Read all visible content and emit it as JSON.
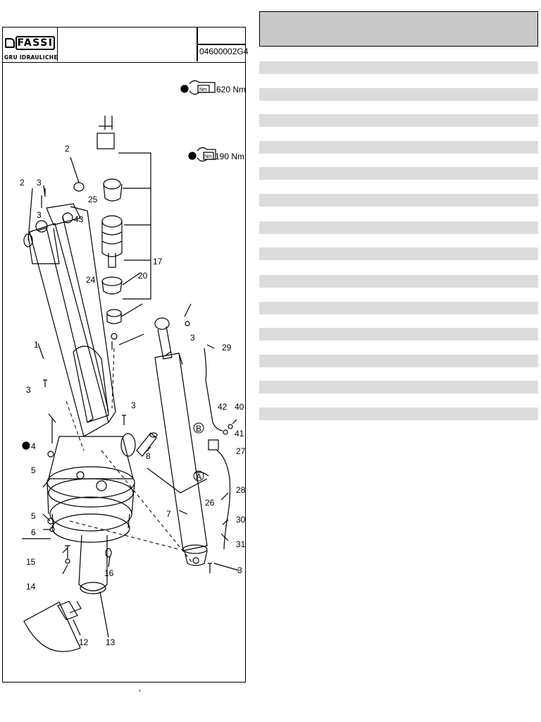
{
  "sheet": {
    "logo_text": "FASSI",
    "logo_subtitle": "GRU IDRAULICHE",
    "drawing_code": "04600002G4"
  },
  "torques": [
    {
      "icon": "wrench-icon",
      "unit": "Nm",
      "value": "620 Nm"
    },
    {
      "icon": "wrench-icon",
      "unit": "Nm",
      "value": "190 Nm"
    }
  ],
  "callouts": [
    "1",
    "2",
    "2",
    "3",
    "3",
    "3",
    "3",
    "3",
    "3",
    "4",
    "5",
    "5",
    "6",
    "7",
    "8",
    "12",
    "13",
    "14",
    "15",
    "16",
    "17",
    "20",
    "24",
    "25",
    "26",
    "27",
    "28",
    "29",
    "30",
    "31",
    "40",
    "41",
    "42",
    "43",
    "A",
    "B"
  ],
  "parts_table": {
    "header": "",
    "rows": [
      "",
      "",
      "",
      "",
      "",
      "",
      "",
      "",
      "",
      "",
      "",
      "",
      "",
      ""
    ]
  },
  "colors": {
    "header_bg": "#c8c8c8",
    "row_band": "#dcdcdc",
    "line": "#000000"
  }
}
